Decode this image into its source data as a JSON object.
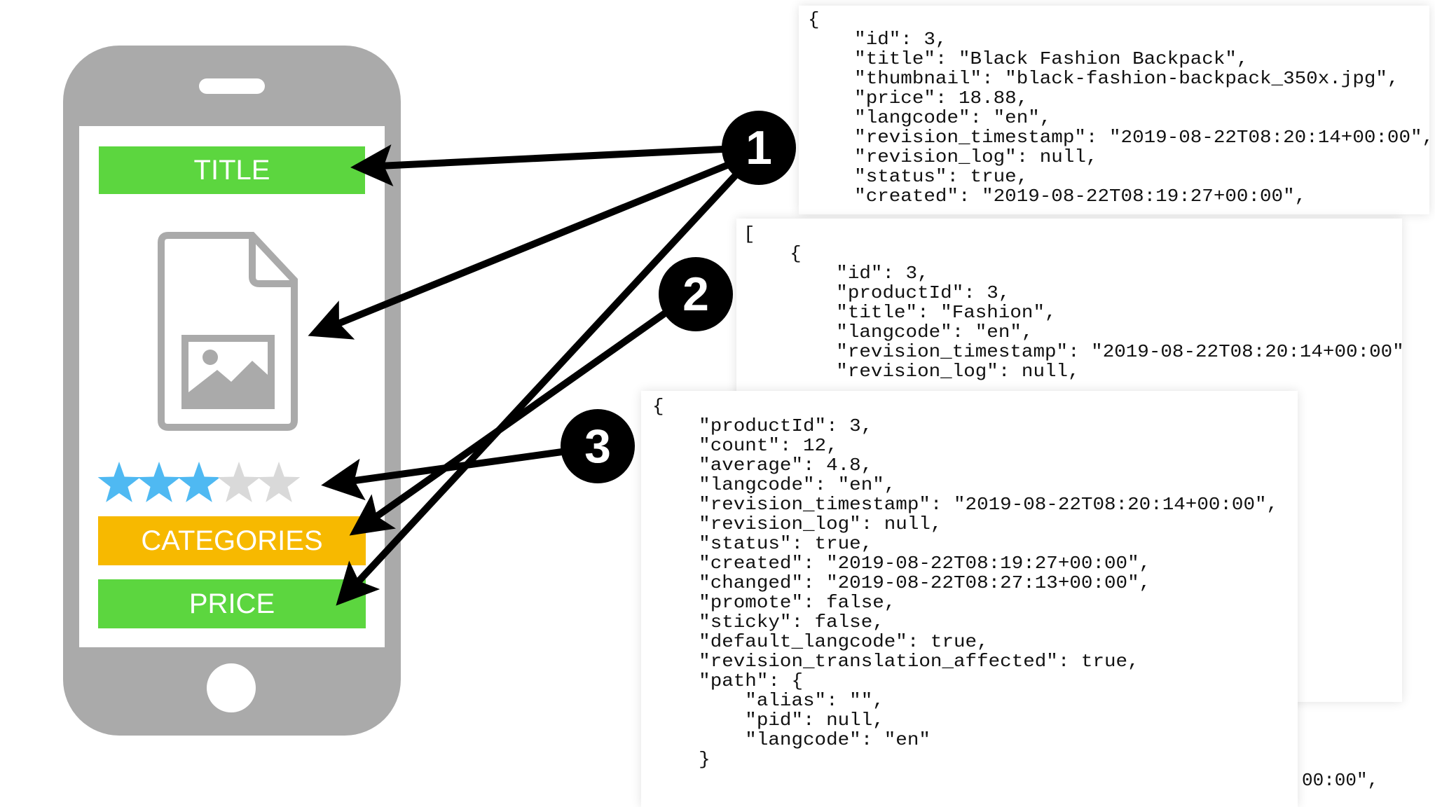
{
  "phone": {
    "title_label": "TITLE",
    "categories_label": "CATEGORIES",
    "price_label": "PRICE",
    "rating": {
      "filled": 3,
      "total": 5
    },
    "colors": {
      "green": "#5cd63f",
      "yellow": "#f7b900",
      "star_filled": "#4fb9f2",
      "star_empty": "#d9d9d9",
      "body": "#aaaaaa"
    }
  },
  "badges": [
    "1",
    "2",
    "3"
  ],
  "panels": {
    "product": {
      "lines": [
        "{",
        "    \"id\": 3,",
        "    \"title\": \"Black Fashion Backpack\",",
        "    \"thumbnail\": \"black-fashion-backpack_350x.jpg\",",
        "    \"price\": 18.88,",
        "    \"langcode\": \"en\",",
        "    \"revision_timestamp\": \"2019-08-22T08:20:14+00:00\",",
        "    \"revision_log\": null,",
        "    \"status\": true,",
        "    \"created\": \"2019-08-22T08:19:27+00:00\","
      ]
    },
    "categories": {
      "lines": [
        "[",
        "    {",
        "        \"id\": 3,",
        "        \"productId\": 3,",
        "        \"title\": \"Fashion\",",
        "        \"langcode\": \"en\",",
        "        \"revision_timestamp\": \"2019-08-22T08:20:14+00:00\",",
        "        \"revision_log\": null,"
      ],
      "tail_fragment": "00:00\","
    },
    "ratings": {
      "lines": [
        "{",
        "    \"productId\": 3,",
        "    \"count\": 12,",
        "    \"average\": 4.8,",
        "    \"langcode\": \"en\",",
        "    \"revision_timestamp\": \"2019-08-22T08:20:14+00:00\",",
        "    \"revision_log\": null,",
        "    \"status\": true,",
        "    \"created\": \"2019-08-22T08:19:27+00:00\",",
        "    \"changed\": \"2019-08-22T08:27:13+00:00\",",
        "    \"promote\": false,",
        "    \"sticky\": false,",
        "    \"default_langcode\": true,",
        "    \"revision_translation_affected\": true,",
        "    \"path\": {",
        "        \"alias\": \"\",",
        "        \"pid\": null,",
        "        \"langcode\": \"en\"",
        "    }"
      ]
    }
  }
}
